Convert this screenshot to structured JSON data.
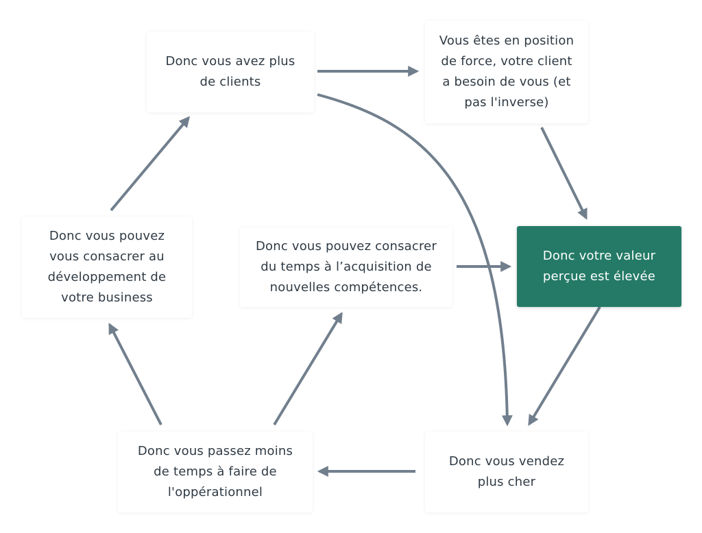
{
  "colors": {
    "arrow": "#717f8d",
    "highlight_bg": "#247a66",
    "highlight_text": "#ffffff",
    "box_text": "#2f3a44"
  },
  "nodes": {
    "more_clients": "Donc vous avez plus\nde clients",
    "position_of_strength": "Vous êtes en position\nde force, votre client\na besoin de vous (et\npas l'inverse)",
    "develop_business": "Donc vous pouvez\nvous consacrer au\ndéveloppement de\nvotre business",
    "acquire_skills": "Donc vous pouvez consacrer\ndu temps à l’acquisition de\nnouvelles compétences.",
    "perceived_value": "Donc votre valeur\nperçue est élevée",
    "less_operational": "Donc vous passez moins\nde temps à faire de\nl'oppérationnel",
    "sell_higher": "Donc vous vendez\nplus cher"
  }
}
